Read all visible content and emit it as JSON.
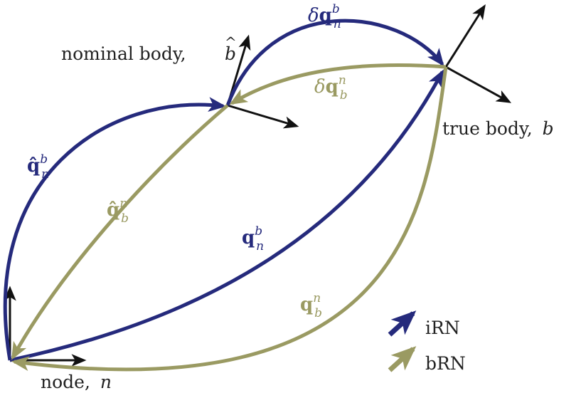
{
  "colors": {
    "irn": "#252a7c",
    "brn": "#9a9a62",
    "axes": "#111111",
    "text": "#222222"
  },
  "labels": {
    "nominal_body_text": "nominal body,",
    "nominal_body_sym": "b",
    "true_body_text": "true body,",
    "true_body_sym": "b",
    "node_text": "node,",
    "node_sym": "n"
  },
  "arrow_labels": {
    "dq_nb": {
      "prefix": "δ",
      "base": "q",
      "sup": "b",
      "sub": "n"
    },
    "dq_bn": {
      "prefix": "δ",
      "base": "q",
      "sup": "n",
      "sub": "b"
    },
    "qhat_nb": {
      "base": "q̂",
      "sup": "b",
      "sub": "n"
    },
    "qhat_bn": {
      "base": "q̂",
      "sup": "n",
      "sub": "b"
    },
    "q_nb": {
      "base": "q",
      "sup": "b",
      "sub": "n"
    },
    "q_bn": {
      "base": "q",
      "sup": "n",
      "sub": "b"
    }
  },
  "legend": {
    "items": [
      {
        "label": "iRN",
        "color_key": "irn"
      },
      {
        "label": "bRN",
        "color_key": "brn"
      }
    ]
  }
}
